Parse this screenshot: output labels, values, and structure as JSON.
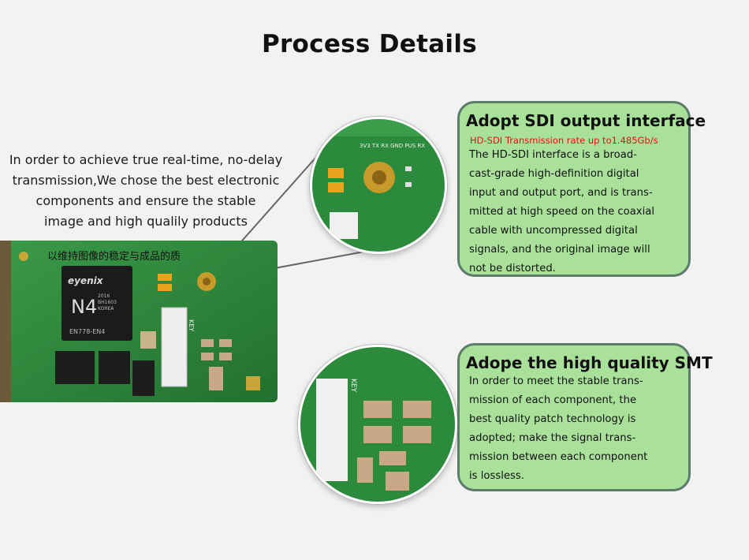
{
  "page": {
    "title": "Process Details",
    "intro_lines": [
      "In order to achieve true real-time, no-delay",
      "transmission,We chose the best electronic",
      "components and  ensure the stable",
      "image and high qualily products"
    ],
    "overlay_text": "以维持图像的稳定与成品的质"
  },
  "board": {
    "chip_brand": "eyenix",
    "chip_model": "N4",
    "chip_code_1": "2016",
    "chip_code_2": "BH1603",
    "chip_code_3": "KOREA",
    "chip_part": "EN778-EN4",
    "connector_label": "KEY",
    "pin_labels": "3V3 TX RX GND PUS RX"
  },
  "cards": {
    "sdi": {
      "title": "Adopt SDI output interface",
      "subtitle": "HD-SDI Transmission rate up to1.485Gb/s",
      "body_lines": [
        "The HD-SDI interface is a broad-",
        "cast-grade high-definition digital",
        "input and output port, and is trans-",
        "mitted at high speed on the coaxial",
        "cable with uncompressed digital",
        "signals, and the original image will",
        "not be distorted."
      ]
    },
    "smt": {
      "title": "Adope the high quality SMT",
      "body_lines": [
        "In order to meet the stable trans-",
        "mission of each component, the",
        "best quality patch technology is",
        "adopted; make the signal trans-",
        "mission between each component",
        "is lossless."
      ]
    }
  },
  "colors": {
    "pcb_green": "#2f8a3e",
    "card_fill": "#a9e19a",
    "card_border": "#5c7c6a",
    "accent_red": "#e31010"
  }
}
